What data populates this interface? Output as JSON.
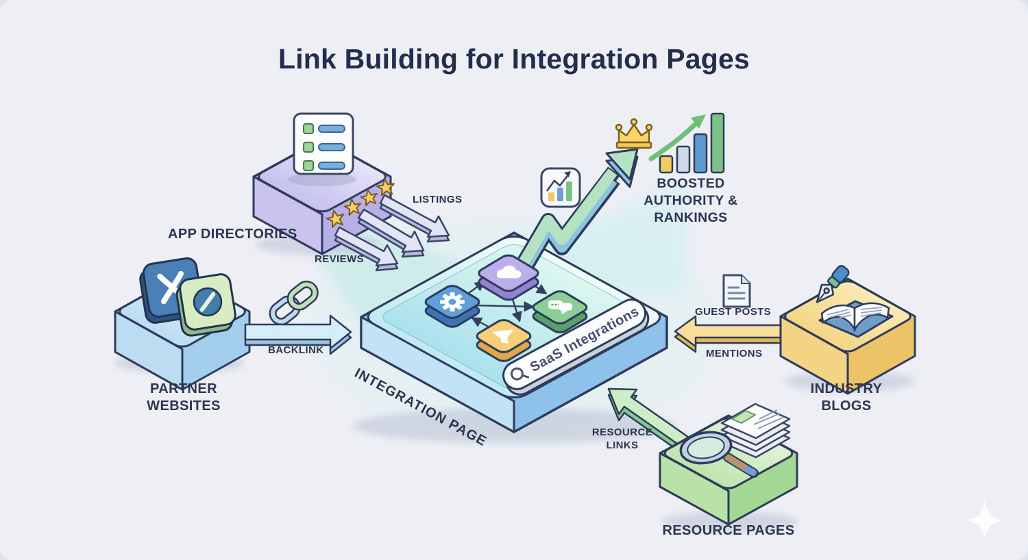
{
  "title": "Link Building for Integration Pages",
  "nodes": {
    "app_directories": {
      "label": "APP DIRECTORIES"
    },
    "partner_websites": {
      "line1": "PARTNER",
      "line2": "WEBSITES"
    },
    "integration_page": {
      "label": "INTEGRATION PAGE",
      "search_text": "SaaS Integrations"
    },
    "industry_blogs": {
      "line1": "INDUSTRY",
      "line2": "BLOGS"
    },
    "resource_pages": {
      "label": "RESOURCE PAGES"
    },
    "outcome": {
      "line1": "BOOSTED",
      "line2": "AUTHORITY &",
      "line3": "RANKINGS"
    }
  },
  "links": {
    "listings": {
      "label": "LISTINGS"
    },
    "reviews": {
      "label": "REVIEWS"
    },
    "backlink": {
      "label": "BACKLINK"
    },
    "guest_posts": {
      "label": "GUEST POSTS"
    },
    "mentions": {
      "label": "MENTIONS"
    },
    "resource_links": {
      "line1": "RESOURCE",
      "line2": "LINKS"
    }
  },
  "icons": {
    "app_directories": [
      "checklist-card",
      "star-rating"
    ],
    "partner_websites": [
      "x-app-tile",
      "link-app-tile",
      "chain-link"
    ],
    "integration_page": [
      "cloud-app-tile",
      "gear-app-tile",
      "chat-app-tile",
      "funnel-app-tile",
      "search-bar"
    ],
    "industry_blogs": [
      "document",
      "fountain-pen",
      "open-book"
    ],
    "resource_pages": [
      "magnifier",
      "paper-stack"
    ],
    "outcome": [
      "crown",
      "bar-chart",
      "growth-swoosh",
      "trend-card",
      "big-growth-arrow"
    ],
    "watermark": [
      "sparkle"
    ]
  },
  "colors": {
    "background": "#edeff5",
    "text": "#2c3550",
    "outline": "#2f3b5c",
    "purple_box": "#c6c0ee",
    "blue_box": "#bcdcf2",
    "platform_teal": "#bfe9f2",
    "yellow_box": "#f3d585",
    "green_box": "#bfe4ad",
    "lavender_arrow": "#e2e3f5",
    "backlink_arrow": "#d5ecf9",
    "growth_arrow_green": "#b5e3c2",
    "growth_arrow_blue": "#8cc3e0",
    "gold": "#f6cf5e"
  }
}
